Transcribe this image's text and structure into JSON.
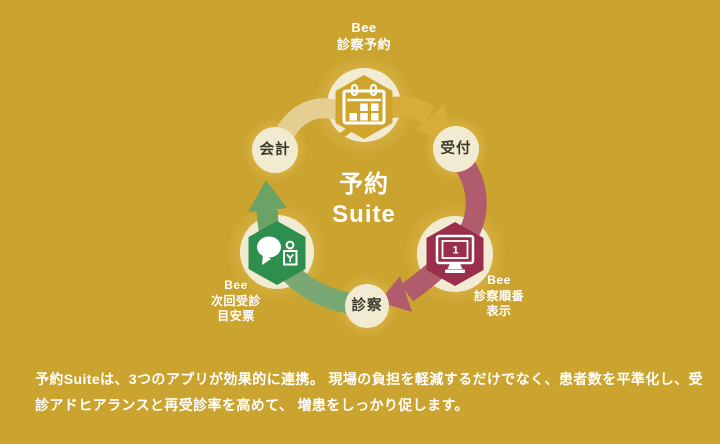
{
  "palette": {
    "background": "#CBA32F",
    "cream": "#F1EBD2",
    "cream_band": "#E4CF90",
    "gold_hexagon": "#D0A42A",
    "gold_arrow": "#D7AC3B",
    "maroon_hexagon": "#992F4A",
    "maroon_arrow": "#B05C6D",
    "green_hexagon": "#2E8E4E",
    "green_band": "#7AA873",
    "green_arrow": "#6BA366",
    "glow": "#DCB94E",
    "step_text": "#3B3A2C",
    "white": "#FFFFFF"
  },
  "cycle": {
    "title_line1": "予約",
    "title_line2": "Suite",
    "apps": {
      "appointment": {
        "lines": [
          "Bee",
          "診察予約"
        ]
      },
      "queue": {
        "lines": [
          "Bee",
          "診察順番",
          "表示"
        ]
      },
      "next_visit": {
        "lines": [
          "Bee",
          "次回受診",
          "目安票"
        ]
      }
    },
    "steps": {
      "reception": "受付",
      "examination": "診察",
      "accounting": "会計"
    },
    "monitor_number": "1"
  },
  "description": {
    "line1": "予約Suiteは、3つのアプリが効果的に連携。 現場の負担を軽減するだけでなく、患者数を平準化し、受",
    "line2": "診アドヒアランスと再受診率を高めて、 増患をしっかり促します。"
  }
}
